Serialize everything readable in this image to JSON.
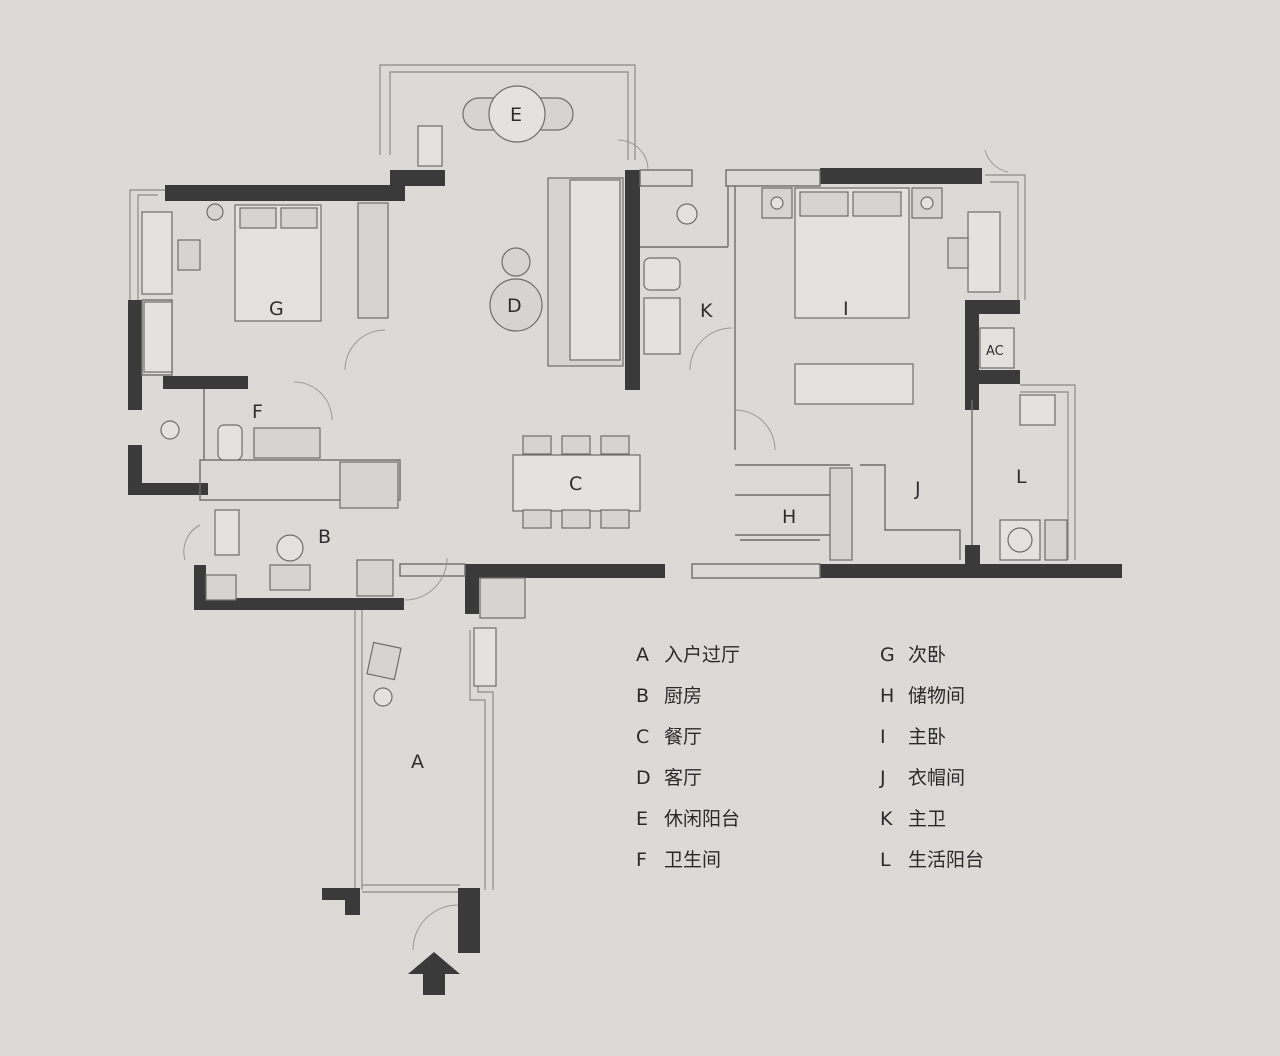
{
  "rooms": {
    "A": "A",
    "B": "B",
    "C": "C",
    "D": "D",
    "E": "E",
    "F": "F",
    "G": "G",
    "H": "H",
    "I": "I",
    "J": "J",
    "K": "K",
    "L": "L",
    "AC": "AC"
  },
  "legend": {
    "left": [
      {
        "key": "A",
        "label": "入户过厅"
      },
      {
        "key": "B",
        "label": "厨房"
      },
      {
        "key": "C",
        "label": "餐厅"
      },
      {
        "key": "D",
        "label": "客厅"
      },
      {
        "key": "E",
        "label": "休闲阳台"
      },
      {
        "key": "F",
        "label": "卫生间"
      }
    ],
    "right": [
      {
        "key": "G",
        "label": "次卧"
      },
      {
        "key": "H",
        "label": "储物间"
      },
      {
        "key": "I",
        "label": "主卧"
      },
      {
        "key": "J",
        "label": "衣帽间"
      },
      {
        "key": "K",
        "label": "主卫"
      },
      {
        "key": "L",
        "label": "生活阳台"
      }
    ]
  },
  "colors": {
    "background": "#dcdad6",
    "wall": "#3a3a3b",
    "line": "#6f6d6a"
  },
  "icons": {
    "entrance": "entrance-arrow-icon"
  }
}
